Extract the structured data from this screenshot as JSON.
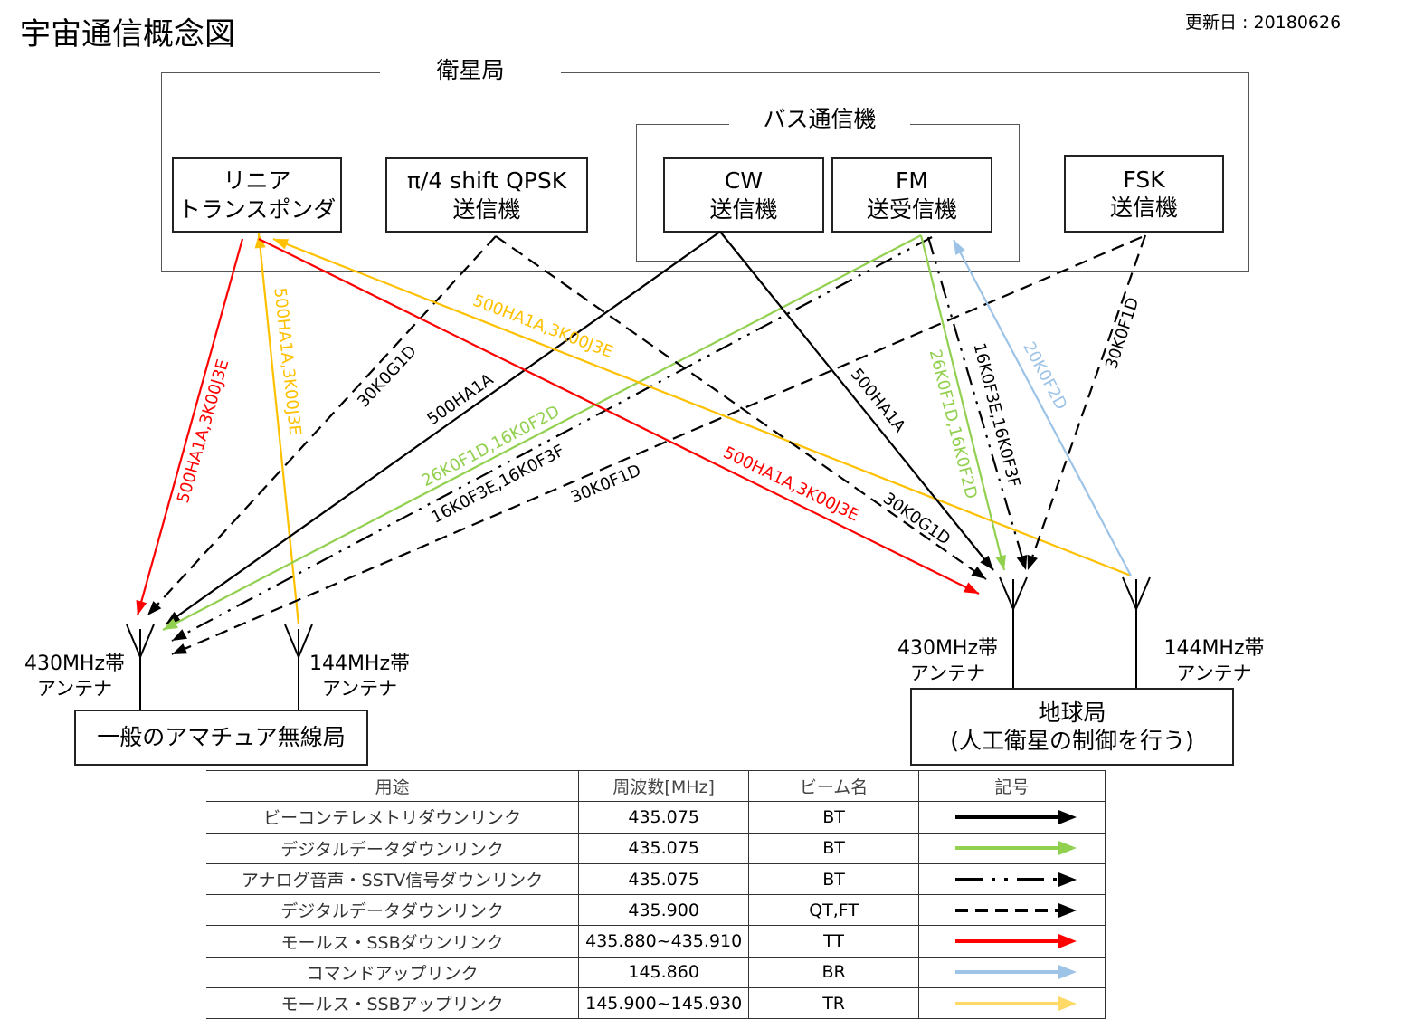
{
  "title": "宇宙通信概念図",
  "updated": "更新日 : 20180626",
  "satellite": {
    "label": "衛星局",
    "bus_label": "バス通信機",
    "linear": [
      "リニア",
      "トランスポンダ"
    ],
    "qpsk": [
      "π/4 shift QPSK",
      "送信機"
    ],
    "cw": [
      "CW",
      "送信機"
    ],
    "fm": [
      "FM",
      "送受信機"
    ],
    "fsk": [
      "FSK",
      "送信機"
    ]
  },
  "stations": {
    "amateur": "一般のアマチュア無線局",
    "ground": [
      "地球局",
      "(人工衛星の制御を行う)"
    ],
    "amateur_430": [
      "430MHz帯",
      "アンテナ"
    ],
    "amateur_144": [
      "144MHz帯",
      "アンテナ"
    ],
    "ground_430": [
      "430MHz帯",
      "アンテナ"
    ],
    "ground_144": [
      "144MHz帯",
      "アンテナ"
    ]
  },
  "link_labels": {
    "l_lin_down": "500HA1A,3K00J3E",
    "l_lin_up": "500HA1A,3K00J3E",
    "l_qpsk_am": "30K0G1D",
    "l_cw_am": "500HA1A",
    "l_fm_am_data": "26K0F1D,16K0F2D",
    "l_fm_am_voice": "16K0F3E,16K0F3F",
    "l_fsk_am": "30K0F1D",
    "l_gnd_up_yellow": "500HA1A,3K00J3E",
    "l_lin_gnd_red": "500HA1A,3K00J3E",
    "l_qpsk_gnd": "30K0G1D",
    "l_cw_gnd": "500HA1A",
    "l_fm_gnd_data": "26K0F1D,16K0F2D",
    "l_fm_gnd_voice": "16K0F3E,16K0F3F",
    "l_cmd_up": "20K0F2D",
    "l_fsk_gnd": "30K0F1D"
  },
  "colors": {
    "black": "#000000",
    "green": "#92d050",
    "red": "#ff0000",
    "blue": "#9dc3e6",
    "yellow": "#ffc000",
    "yellow_legend": "#ffd966"
  },
  "legend": {
    "headers": [
      "用途",
      "周波数[MHz]",
      "ビーム名",
      "記号"
    ],
    "rows": [
      {
        "use": "ビーコンテレメトリダウンリンク",
        "freq": "435.075",
        "beam": "BT",
        "symbol": "solid-black-arrow"
      },
      {
        "use": "デジタルデータダウンリンク",
        "freq": "435.075",
        "beam": "BT",
        "symbol": "solid-green-arrow"
      },
      {
        "use": "アナログ音声・SSTV信号ダウンリンク",
        "freq": "435.075",
        "beam": "BT",
        "symbol": "dash-dot-dot-black-arrow"
      },
      {
        "use": "デジタルデータダウンリンク",
        "freq": "435.900",
        "beam": "QT,FT",
        "symbol": "dashed-black-arrow"
      },
      {
        "use": "モールス・SSBダウンリンク",
        "freq": "435.880~435.910",
        "beam": "TT",
        "symbol": "solid-red-arrow"
      },
      {
        "use": "コマンドアップリンク",
        "freq": "145.860",
        "beam": "BR",
        "symbol": "solid-blue-arrow"
      },
      {
        "use": "モールス・SSBアップリンク",
        "freq": "145.900~145.930",
        "beam": "TR",
        "symbol": "solid-yellow-arrow"
      }
    ]
  }
}
